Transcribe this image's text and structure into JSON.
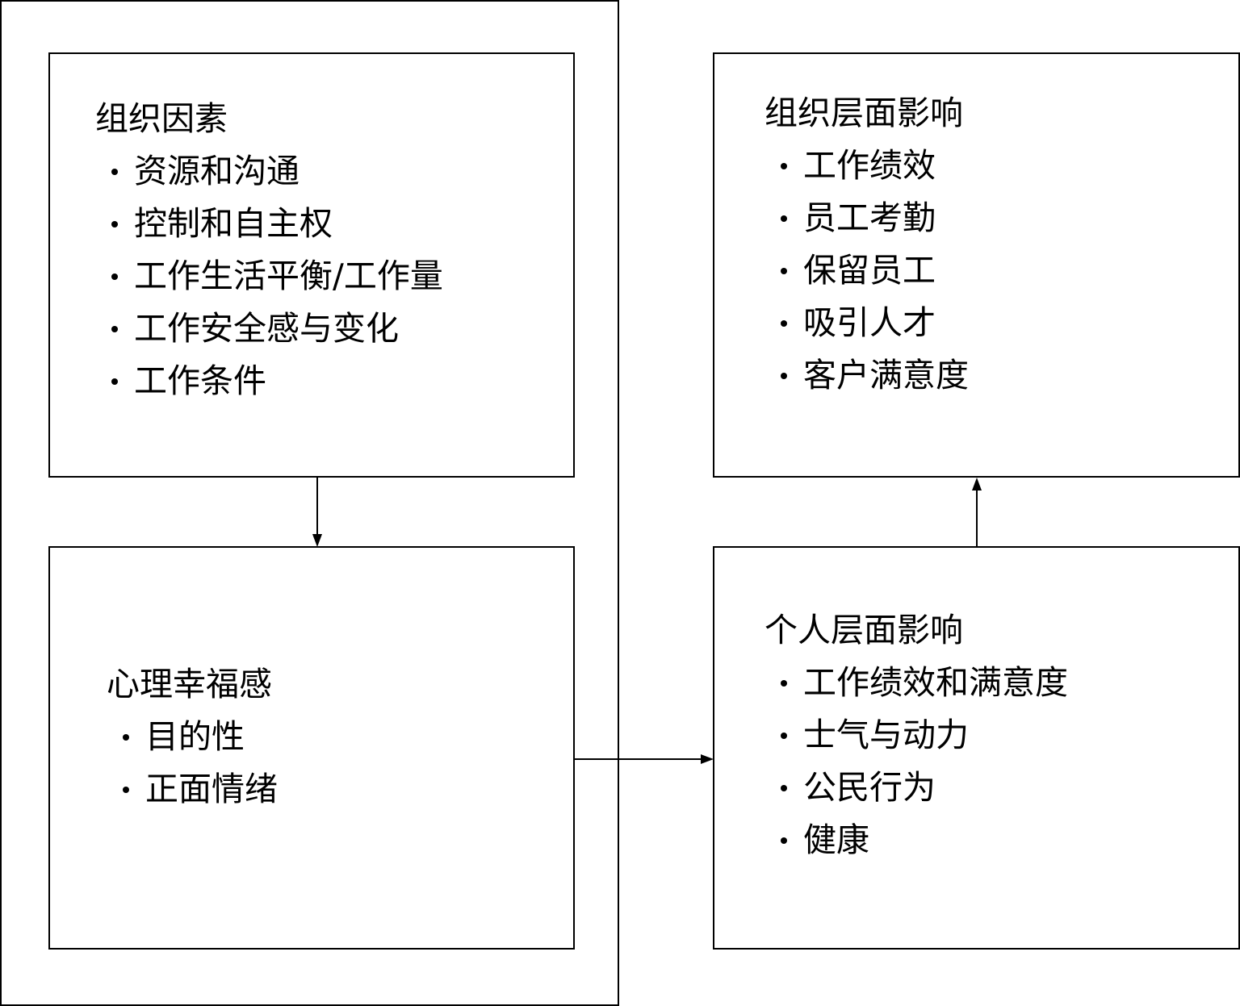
{
  "organizational_factors": {
    "title": "组织因素",
    "items": [
      "资源和沟通",
      "控制和自主权",
      "工作生活平衡/工作量",
      "工作安全感与变化",
      "工作条件"
    ]
  },
  "psychological_wellbeing": {
    "title": "心理幸福感",
    "items": [
      "目的性",
      "正面情绪"
    ]
  },
  "organizational_impact": {
    "title": "组织层面影响",
    "items": [
      "工作绩效",
      "员工考勤",
      "保留员工",
      "吸引人才",
      "客户满意度"
    ]
  },
  "individual_impact": {
    "title": "个人层面影响",
    "items": [
      "工作绩效和满意度",
      "士气与动力",
      "公民行为",
      "健康"
    ]
  }
}
